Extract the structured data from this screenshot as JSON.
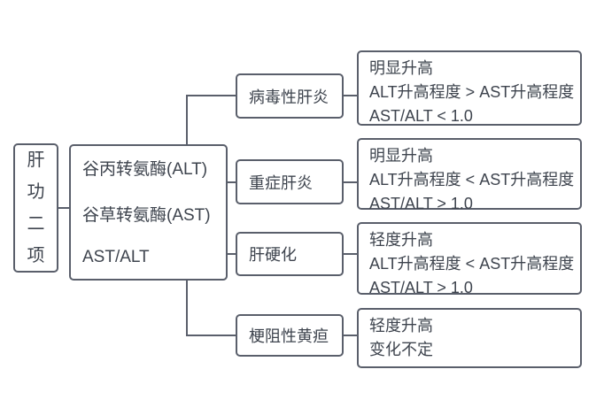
{
  "palette": {
    "line_color": "#5a5f6b",
    "text_color": "#3e444e",
    "background": "#ffffff"
  },
  "root_box": {
    "label": "肝功二项"
  },
  "tests_box": {
    "lines": [
      "谷丙转氨酶(ALT)",
      "谷草转氨酶(AST)",
      "AST/ALT"
    ]
  },
  "branches": [
    {
      "condition": "病毒性肝炎",
      "findings": [
        "明显升高",
        "ALT升高程度 > AST升高程度",
        "AST/ALT < 1.0"
      ]
    },
    {
      "condition": "重症肝炎",
      "findings": [
        "明显升高",
        "ALT升高程度 < AST升高程度",
        "AST/ALT > 1.0"
      ]
    },
    {
      "condition": "肝硬化",
      "findings": [
        "轻度升高",
        "ALT升高程度 < AST升高程度",
        "AST/ALT > 1.0"
      ]
    },
    {
      "condition": "梗阻性黄疸",
      "findings": [
        "轻度升高",
        "变化不定"
      ]
    }
  ]
}
